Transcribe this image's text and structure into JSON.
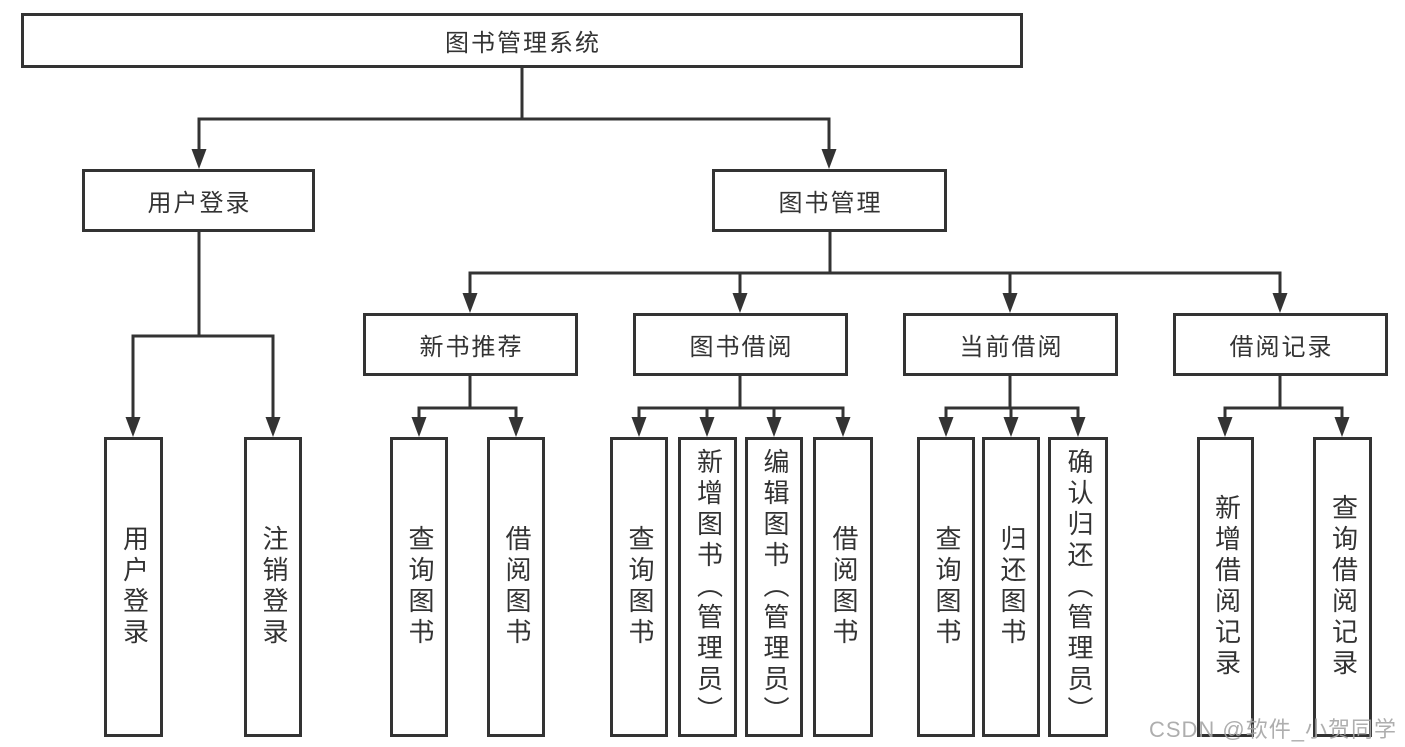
{
  "diagram": {
    "type": "hierarchy-tree",
    "root": {
      "label": "图书管理系统",
      "children": [
        {
          "label": "用户登录",
          "children": [
            {
              "label": "用户登录"
            },
            {
              "label": "注销登录"
            }
          ]
        },
        {
          "label": "图书管理",
          "children": [
            {
              "label": "新书推荐",
              "children": [
                {
                  "label": "查询图书"
                },
                {
                  "label": "借阅图书"
                }
              ]
            },
            {
              "label": "图书借阅",
              "children": [
                {
                  "label": "查询图书"
                },
                {
                  "label": "新增图书（管理员）"
                },
                {
                  "label": "编辑图书（管理员）"
                },
                {
                  "label": "借阅图书"
                }
              ]
            },
            {
              "label": "当前借阅",
              "children": [
                {
                  "label": "查询图书"
                },
                {
                  "label": "归还图书"
                },
                {
                  "label": "确认归还（管理员）"
                }
              ]
            },
            {
              "label": "借阅记录",
              "children": [
                {
                  "label": "新增借阅记录"
                },
                {
                  "label": "查询借阅记录"
                }
              ]
            }
          ]
        }
      ]
    }
  },
  "watermark": {
    "text": "CSDN @软件_小贺同学"
  },
  "colors": {
    "line": "#333333",
    "box_border": "#333333",
    "box_background": "#ffffff",
    "text": "#333333",
    "watermark": "#a5a5a5",
    "page_background": "#ffffff"
  }
}
